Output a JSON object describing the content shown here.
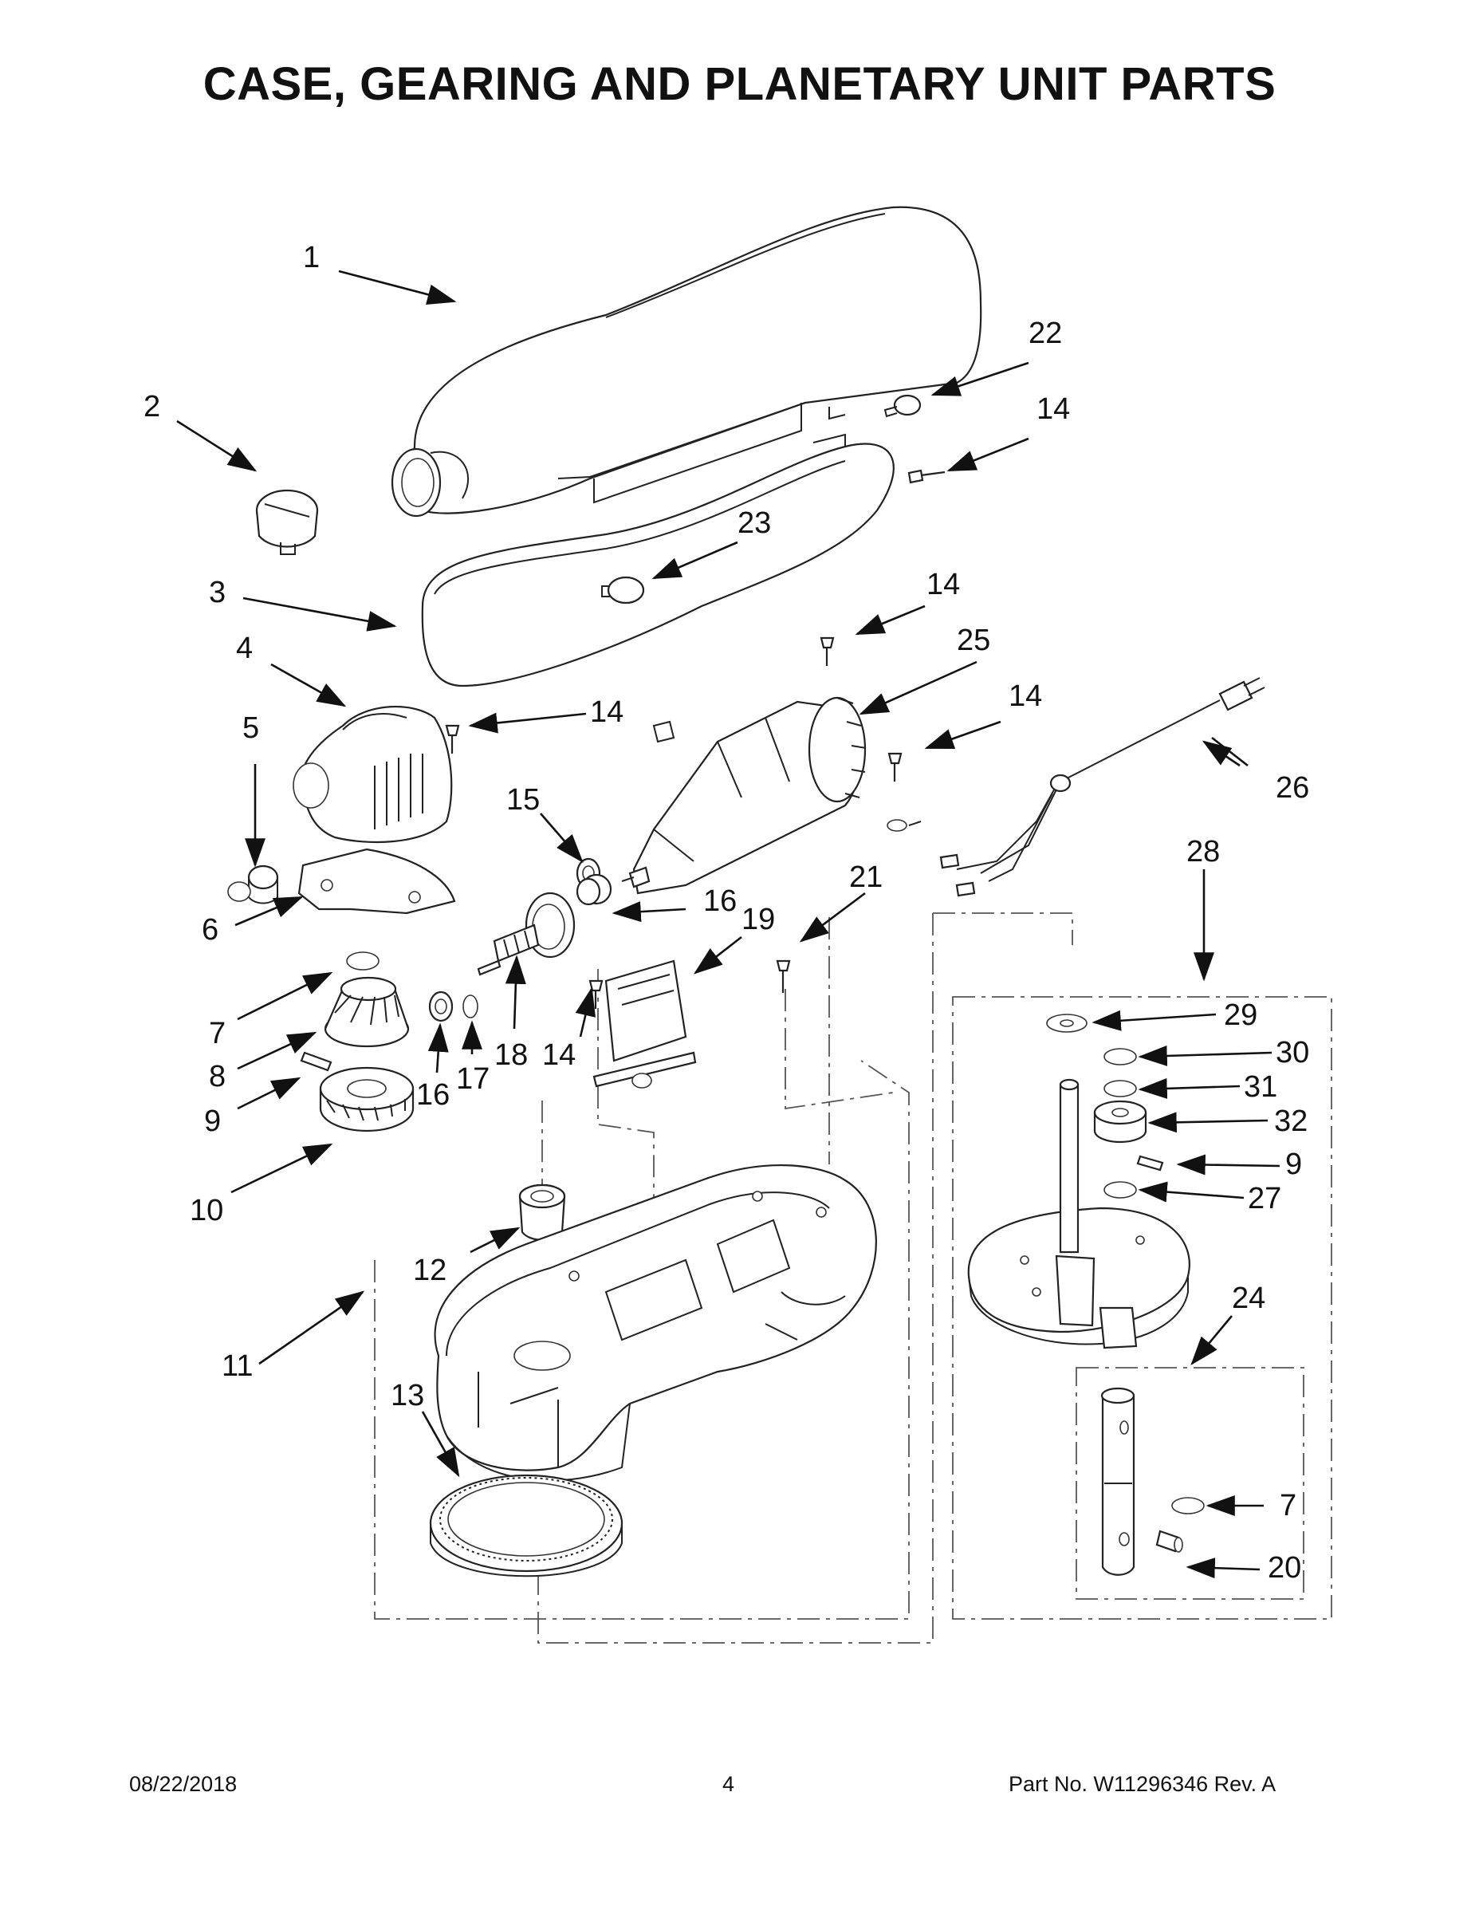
{
  "title": "CASE, GEARING AND PLANETARY UNIT PARTS",
  "footer": {
    "date": "08/22/2018",
    "page": "4",
    "part_no": "Part No.  W11296346  Rev.  A"
  },
  "callouts": {
    "c1": "1",
    "c2": "2",
    "c3": "3",
    "c4": "4",
    "c5": "5",
    "c6": "6",
    "c7a": "7",
    "c8": "8",
    "c9a": "9",
    "c10": "10",
    "c11": "11",
    "c12": "12",
    "c13": "13",
    "c14a": "14",
    "c14b": "14",
    "c14c": "14",
    "c14d": "14",
    "c14e": "14",
    "c15": "15",
    "c16a": "16",
    "c16b": "16",
    "c17": "17",
    "c18": "18",
    "c19": "19",
    "c20": "20",
    "c21": "21",
    "c22": "22",
    "c23": "23",
    "c24": "24",
    "c25": "25",
    "c26": "26",
    "c27": "27",
    "c28": "28",
    "c29": "29",
    "c30": "30",
    "c31": "31",
    "c32": "32",
    "c9b": "9",
    "c7b": "7"
  }
}
